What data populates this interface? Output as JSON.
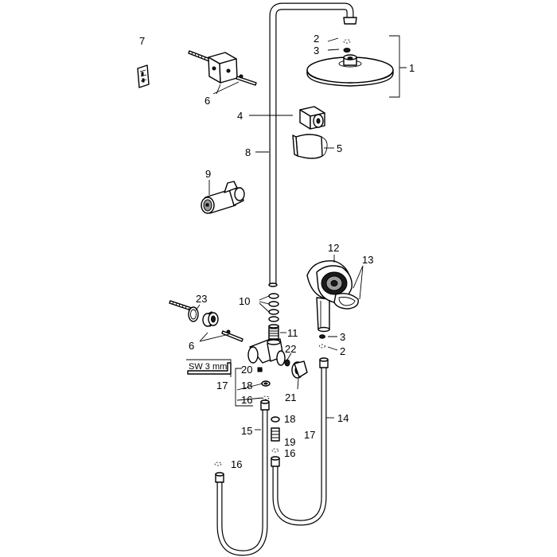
{
  "callouts": {
    "c1": "1",
    "c2_top": "2",
    "c2_bottom": "2",
    "c3_top": "3",
    "c3_bottom": "3",
    "c4": "4",
    "c5": "5",
    "c6_top": "6",
    "c6_bottom": "6",
    "c7": "7",
    "c8": "8",
    "c9": "9",
    "c10": "10",
    "c11": "11",
    "c12": "12",
    "c13": "13",
    "c14": "14",
    "c15": "15",
    "c16_a": "16",
    "c16_b": "16",
    "c16_c": "16",
    "c17_a": "17",
    "c17_b": "17",
    "c18_a": "18",
    "c18_b": "18",
    "c19": "19",
    "c20": "20",
    "c21": "21",
    "c22": "22",
    "c23": "23"
  },
  "tool": {
    "wrench_size": "SW 3 mm"
  }
}
